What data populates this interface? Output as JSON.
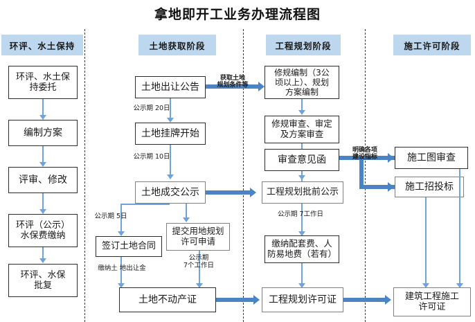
{
  "title": "拿地即开工业务办理流程图",
  "colors": {
    "phase_header_fill": "#bdd7ee",
    "node_border": "#808080",
    "thin_connector": "#6fa3dc",
    "thick_connector": "#4a84c4",
    "divider": "#3a3a3a",
    "text": "#1a1a1a",
    "background": "#ffffff"
  },
  "phases": [
    {
      "id": "phase-env",
      "label": "环评、水土保持"
    },
    {
      "id": "phase-land",
      "label": "土地获取阶段"
    },
    {
      "id": "phase-planning",
      "label": "工程规划阶段"
    },
    {
      "id": "phase-permit",
      "label": "施工许可阶段"
    }
  ],
  "nodes": {
    "env_entrust": "环评、水土保\n持委托",
    "env_draft": "编制方案",
    "env_review": "评审、修改",
    "env_publicity_fee": "环评（公示）\n水保费缴纳",
    "env_approval": "环评、水保\n批复",
    "land_notice": "土地出让公告",
    "land_listing": "土地挂牌开始",
    "land_deal_notice": "土地成交公示",
    "land_contract": "签订土地合同",
    "land_use_apply": "提交用地规划\n许可申请",
    "land_certificate": "土地不动产证",
    "plan_compile": "修规编制（3公\n顷以上）、规划\n方案编制",
    "plan_review": "修规审查、审定\n及方案审查",
    "plan_opinion": "审查意见函",
    "plan_prepublic": "工程规划批前公示",
    "plan_fees": "缴纳配套费、人\n防易地费（若有）",
    "plan_permit": "工程规划许可证",
    "permit_drawing": "施工图审查",
    "permit_bidding": "施工招投标",
    "permit_final": "建筑工程施工\n许可证"
  },
  "edge_labels": {
    "notice_to_listing": "公示期 20日",
    "listing_to_deal": "公示期 10日",
    "deal_to_contract": "公示期 5日",
    "contract_to_certificate": "缴纳土 地出让金",
    "useapply_to_certificate": "公示期\n7个工作日",
    "land_to_plan": "获取土地\n规划条件等",
    "opinion_to_permitcol": "明确各项\n建设指标",
    "prepublic_to_fees": "公示期 7工作日"
  }
}
